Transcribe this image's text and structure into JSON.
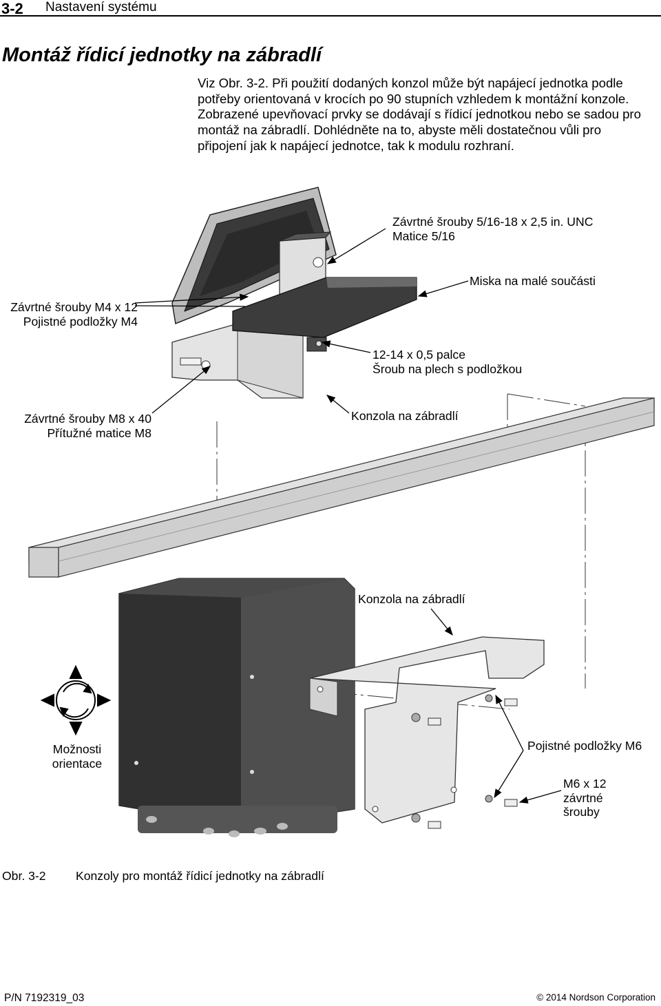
{
  "header": {
    "section_number": "3-2",
    "section_title": "Nastavení systému"
  },
  "title": "Montáž řídicí jednotky na zábradlí",
  "paragraph": "Viz Obr. 3-2. Při použití dodaných konzol může být napájecí jednotka podle potřeby orientovaná v krocích po 90 stupních vzhledem k montážní konzole. Zobrazené upevňovací prvky se dodávají s řídicí jednotkou nebo se sadou pro montáž na zábradlí. Dohlédněte na to, abyste měli dostatečnou vůli pro připojení jak k napájecí jednotce, tak k modulu rozhraní.",
  "figure": {
    "labels": {
      "bolts_516_line1": "Závrtné šrouby 5/16-18 x 2,5 in. UNC",
      "bolts_516_line2": "Matice 5/16",
      "tray": "Miska na malé součásti",
      "bolts_m4_line1": "Závrtné šrouby M4 x 12",
      "bolts_m4_line2": "Pojistné podložky M4",
      "screw_line1": "12-14 x 0,5 palce",
      "screw_line2": "Šroub na plech s podložkou",
      "bolts_m8_line1": "Závrtné šrouby M8 x 40",
      "bolts_m8_line2": "Přítužné matice M8",
      "rail_bracket_upper": "Konzola na zábradlí",
      "rail_bracket_lower": "Konzola na zábradlí",
      "orientation_line1": "Možnosti",
      "orientation_line2": "orientace",
      "lock_washers_m6": "Pojistné podložky M6",
      "bolts_m6_line1": "M6 x 12",
      "bolts_m6_line2": "závrtné",
      "bolts_m6_line3": "šrouby"
    },
    "caption_number": "Obr. 3-2",
    "caption_text": "Konzoly pro montáž řídicí jednotky na zábradlí"
  },
  "footer": {
    "part_number": "P/N 7192319_03",
    "copyright": "© 2014 Nordson Corporation"
  }
}
